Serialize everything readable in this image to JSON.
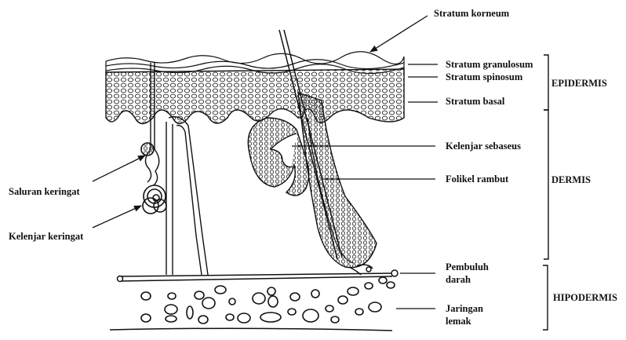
{
  "labels": {
    "stratum_korneum": "Stratum korneum",
    "stratum_granulosum": "Stratum granulosum",
    "stratum_spinosum": "Stratum spinosum",
    "stratum_basal": "Stratum basal",
    "kelenjar_sebaseus": "Kelenjar sebaseus",
    "folikel_rambut": "Folikel rambut",
    "saluran_keringat": "Saluran keringat",
    "kelenjar_keringat": "Kelenjar keringat",
    "pembuluh_darah_1": "Pembuluh",
    "pembuluh_darah_2": "darah",
    "jaringan_lemak_1": "Jaringan",
    "jaringan_lemak_2": "lemak"
  },
  "layers": {
    "epidermis": "EPIDERMIS",
    "dermis": "DERMIS",
    "hipodermis": "HIPODERMIS"
  },
  "colors": {
    "ink": "#111111",
    "background": "#ffffff"
  }
}
